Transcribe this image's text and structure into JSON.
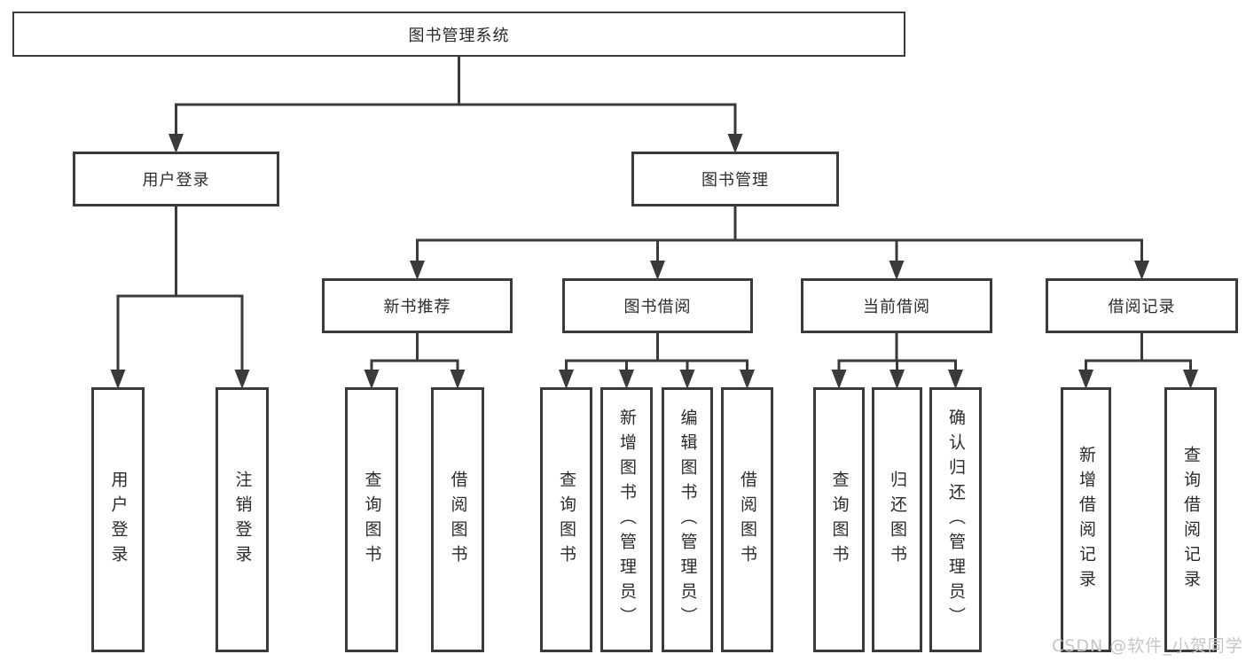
{
  "diagram": {
    "title": "图书管理系统",
    "nodes": [
      {
        "id": "root",
        "label": "图书管理系统",
        "parent": null
      },
      {
        "id": "user-login",
        "label": "用户登录",
        "parent": "root"
      },
      {
        "id": "book-mgmt",
        "label": "图书管理",
        "parent": "root"
      },
      {
        "id": "new-book",
        "label": "新书推荐",
        "parent": "book-mgmt"
      },
      {
        "id": "book-borrow",
        "label": "图书借阅",
        "parent": "book-mgmt"
      },
      {
        "id": "current-borrow",
        "label": "当前借阅",
        "parent": "book-mgmt"
      },
      {
        "id": "borrow-record",
        "label": "借阅记录",
        "parent": "book-mgmt"
      },
      {
        "id": "user-login-v",
        "label": "用户登录",
        "parent": "user-login"
      },
      {
        "id": "logout-v",
        "label": "注销登录",
        "parent": "user-login"
      },
      {
        "id": "nb-query",
        "label": "查询图书",
        "parent": "new-book"
      },
      {
        "id": "nb-borrow",
        "label": "借阅图书",
        "parent": "new-book"
      },
      {
        "id": "bb-query",
        "label": "查询图书",
        "parent": "book-borrow"
      },
      {
        "id": "bb-add",
        "label": "新增图书（管理员）",
        "parent": "book-borrow"
      },
      {
        "id": "bb-edit",
        "label": "编辑图书（管理员）",
        "parent": "book-borrow"
      },
      {
        "id": "bb-borrow",
        "label": "借阅图书",
        "parent": "book-borrow"
      },
      {
        "id": "cb-query",
        "label": "查询图书",
        "parent": "current-borrow"
      },
      {
        "id": "cb-return",
        "label": "归还图书",
        "parent": "current-borrow"
      },
      {
        "id": "cb-confirm",
        "label": "确认归还（管理员）",
        "parent": "current-borrow"
      },
      {
        "id": "br-add",
        "label": "新增借阅记录",
        "parent": "borrow-record"
      },
      {
        "id": "br-query",
        "label": "查询借阅记录",
        "parent": "borrow-record"
      }
    ]
  },
  "watermark": {
    "text": "CSDN @软件_小贺同学"
  },
  "colors": {
    "line": "#3a3a3a",
    "text": "#2b2b2b",
    "watermark": "#c6c6c6",
    "background": "#ffffff"
  }
}
